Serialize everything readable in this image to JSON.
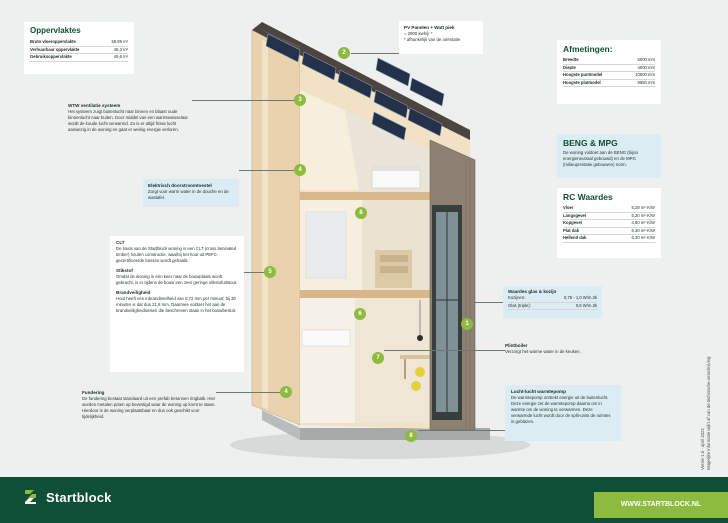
{
  "oppervlaktes": {
    "title": "Oppervlaktes",
    "rows": [
      {
        "label": "Bruto vloeroppervlakte",
        "value": "58,99 m²"
      },
      {
        "label": "Verhuurbaar oppervlakte",
        "value": "45,3 m²"
      },
      {
        "label": "Gebruiksoppervlakte",
        "value": "49,6 m²"
      }
    ]
  },
  "pv": {
    "title": "PV Panelen + Watt piek",
    "line1": "= 2900 kwh/jr *",
    "line2": "* afhankelijk van de oriëntatie"
  },
  "afmetingen": {
    "title": "Afmetingen:",
    "rows": [
      {
        "label": "Breedte",
        "value": "5000 mm"
      },
      {
        "label": "Diepte",
        "value": "4000 mm"
      },
      {
        "label": "Hoogste puntmodel",
        "value": "10500 mm"
      },
      {
        "label": "Hoogste platmodel",
        "value": "8550 mm"
      }
    ]
  },
  "wtw": {
    "title": "WTW ventilatie systeem",
    "text": "Het systeem zuigt buitenlucht naar binnen en blaast oude binnenlucht naar buiten. Door middel van een warmtewisselaar wordt de koude lucht verwarmd. Zo is er altijd frisse lucht aanwezig in de woning en gaat er weinig energie verloren."
  },
  "beng": {
    "title": "BENG & MPG",
    "text": "De woning voldoet aan de BENG (bijna energieneutraal gebouwd) en de MPG (milieuprestatie gebouwen) norm."
  },
  "rc": {
    "title": "RC Waardes",
    "rows": [
      {
        "label": "Vloer",
        "value": "5,28 m²·K/W"
      },
      {
        "label": "Langsgevel",
        "value": "5,30 m²·K/W"
      },
      {
        "label": "Kopgevel",
        "value": "4,60 m²·K/W"
      },
      {
        "label": "Plat dak",
        "value": "6,30 m²·K/W"
      },
      {
        "label": "Hellend dak",
        "value": "6,30 m²·K/W"
      }
    ]
  },
  "doorstroom": {
    "title": "Elektrisch doorstroomtoestel",
    "text": "Zorgt voor warm water in de douche en de wastafel."
  },
  "clt": {
    "title": "CLT",
    "text": "De basis van de Startblock woning is een CLT (cross laminated timber) houten constructie, waarbij het hout uit PEFC- gecertificeerde bossen wordt gehaald.",
    "stil_title": "Stikstof",
    "stil_text": "Omdat de woning in één keer naar de bouwplaats wordt gebracht, is er tijdens de bouw een zeer geringe stikstofuitstoot.",
    "brand_title": "Brandveiligheid",
    "brand_text": "Hout heeft een inbrandsnelheid van 0,72 mm per minuut; bij 30 minuten is dat dus 21,6 mm. Daarmee voldoet het aan de brandveiligheidseisen die beschreven staan in het bouwbesluit."
  },
  "glas": {
    "title": "Waardes glas & kozijn",
    "rows": [
      {
        "label": "Kozijnen:",
        "value": "0,76 - 1,0 W/m.2k"
      },
      {
        "label": "Glas (triple):",
        "value": "0,6 W/m.2k"
      }
    ]
  },
  "plintboiler": {
    "title": "Plintboiler",
    "text": "Verzorgt het warme water in de keuken."
  },
  "fundering": {
    "title": "Fundering",
    "text": "De fundering bestaat standaard uit een prefab betonnen ringbalk. Hier worden metalen poten op bevestigd waar de woning op komt te staan. Hierdoor is de woning verplaatsbaar en dus ook geschikt voor tijdelijkheid."
  },
  "warmtepomp": {
    "title": "Lucht-lucht warmtepomp",
    "text": "De warmtepomp onttrekt energie uit de buitenlucht. Deze energie zet de warmtepomp daarna om in warmte om de woning te verwarmen. Deze verwarmde lucht wordt door de split-units de ruimtes in geblazen."
  },
  "pins": [
    "1",
    "2",
    "3",
    "4",
    "5",
    "6",
    "7",
    "8"
  ],
  "footer": {
    "brand": "Startblock",
    "url": "WWW.STARTBLOCK.NL",
    "version": "Versie 1.0 - april 2022",
    "disclaimer": "Mogelijke informatie wijkt af van de technische omschrijving"
  },
  "colors": {
    "brand_green": "#0f4f36",
    "accent_green": "#8dbb3f",
    "tint_blue": "#dcecf3"
  }
}
